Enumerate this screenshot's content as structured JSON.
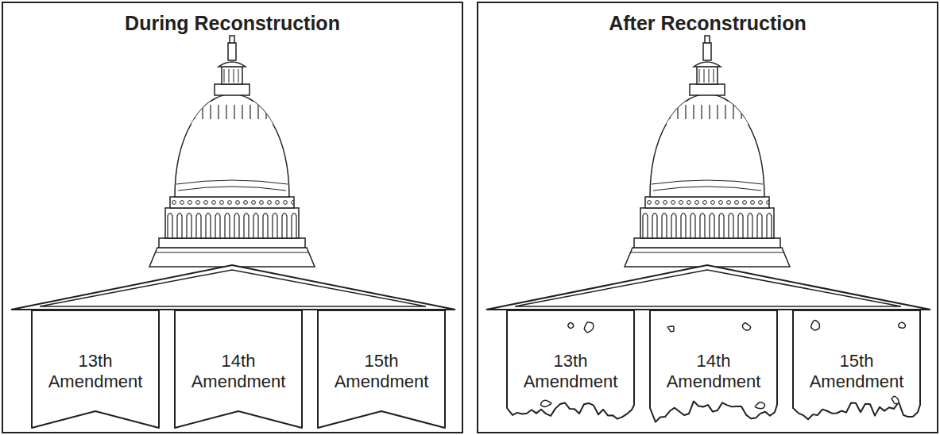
{
  "diagram": {
    "nodes": [
      {
        "text": [
          "During Reconstruction"
        ]
      },
      {
        "text": [
          "13th Amendment"
        ],
        "in": 0
      },
      {
        "text": [
          "14th Amendment"
        ],
        "in": 0
      },
      {
        "text": [
          "15th Amendment"
        ],
        "in": 0
      },
      {
        "text": [
          "After Reconstruction"
        ]
      },
      {
        "text": [
          "13th Amendment"
        ],
        "in": 4
      },
      {
        "text": [
          "14th Amendment"
        ],
        "in": 4
      },
      {
        "text": [
          "15th Amendment"
        ],
        "in": 4
      }
    ]
  }
}
